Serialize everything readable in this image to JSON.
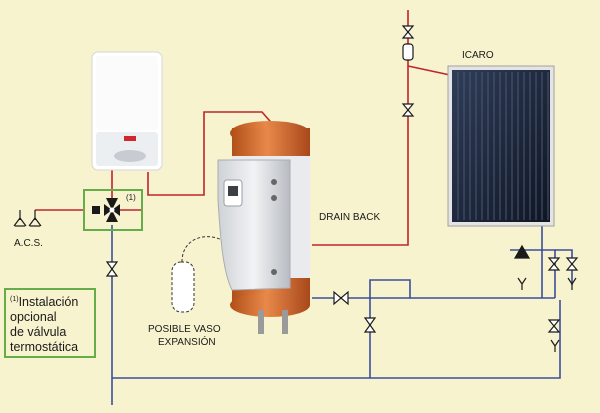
{
  "labels": {
    "collector": "ICARO",
    "drain_back": "DRAIN BACK",
    "acs": "A.C.S.",
    "vessel_line1": "POSIBLE VASO",
    "vessel_line2": "EXPANSIÓN",
    "valve_ref": "(1)"
  },
  "note": {
    "ref": "(1)",
    "line1": "Instalación",
    "line2": "opcional",
    "line3": "de válvula",
    "line4": "termostática"
  },
  "colors": {
    "background": "#f7f3ce",
    "hot_pipe": "#c0242a",
    "cold_pipe": "#3b4f9a",
    "tank_copper": "#d86d2c",
    "option_frame": "#66ad4a"
  }
}
